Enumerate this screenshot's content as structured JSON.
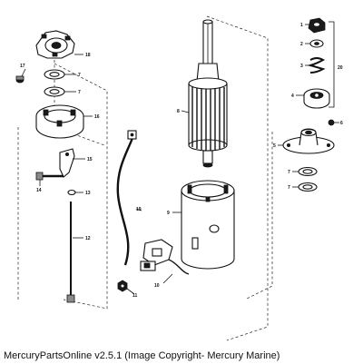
{
  "caption": "MercuryPartsOnline v2.5.1 (Image Copyright- Mercury Marine)",
  "callouts": {
    "c1": "1",
    "c2": "2",
    "c3": "3",
    "c4": "4",
    "c5": "5",
    "c6": "6",
    "c7": "7",
    "c7b": "7",
    "c7c": "7",
    "c7d": "7",
    "c8": "8",
    "c9": "9",
    "c10": "10",
    "c11": "11",
    "c12": "12",
    "c13": "13",
    "c14": "14",
    "c15": "15",
    "c16": "16",
    "c17": "17",
    "c18": "18",
    "c19": "19",
    "c20": "20"
  }
}
